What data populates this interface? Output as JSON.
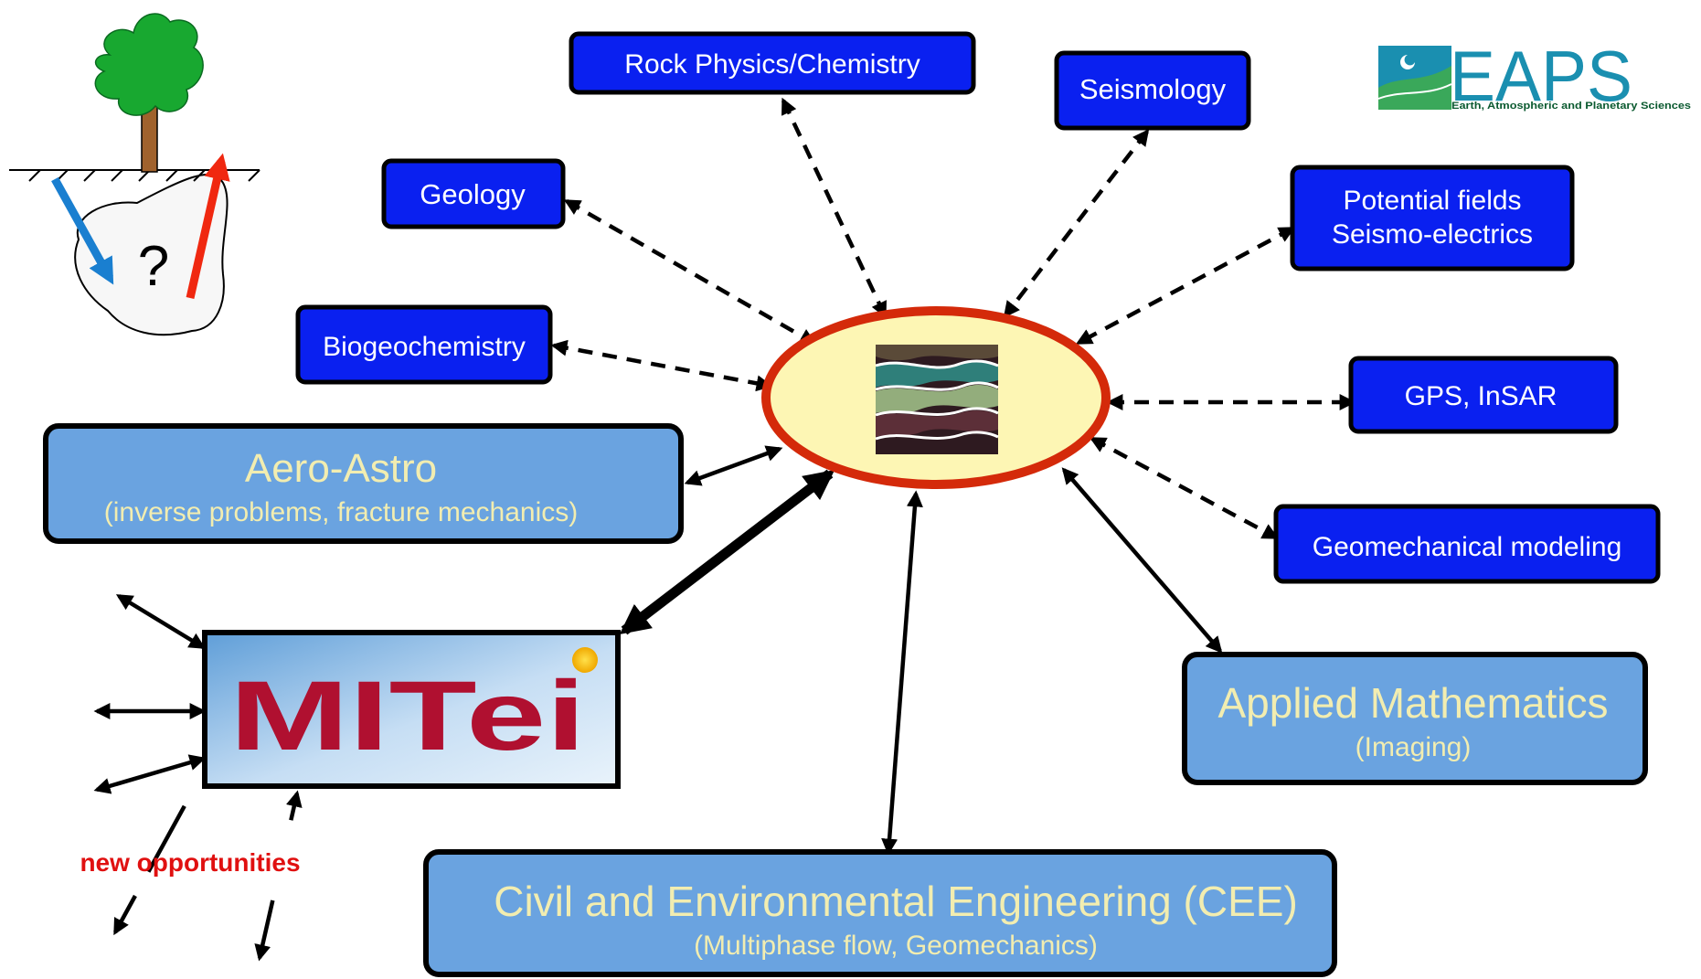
{
  "colors": {
    "dark_blue_box": "#0a20f0",
    "light_blue_box": "#6aa3e0",
    "light_box_text": "#f2edb0",
    "ellipse_fill": "#fdf6b4",
    "ellipse_stroke": "#d42a0a",
    "red_text": "#e01010",
    "eaps_teal": "#1a8fb0",
    "mitei_red": "#b01030"
  },
  "boxes": {
    "rock_physics": "Rock Physics/Chemistry",
    "seismology": "Seismology",
    "geology": "Geology",
    "potential_fields_1": "Potential fields",
    "potential_fields_2": "Seismo-electrics",
    "biogeochemistry": "Biogeochemistry",
    "gps": "GPS, InSAR",
    "geomechanical": "Geomechanical modeling",
    "aero_title": "Aero-Astro",
    "aero_sub": "(inverse problems, fracture mechanics)",
    "applied_title": "Applied Mathematics",
    "applied_sub": "(Imaging)",
    "cee_title": "Civil and Environmental Engineering (CEE)",
    "cee_sub": "(Multiphase flow, Geomechanics)"
  },
  "logos": {
    "eaps_title": "EAPS",
    "eaps_subtitle": "Earth, Atmospheric and Planetary Sciences",
    "mitei": "MITei"
  },
  "sketch": {
    "question_mark": "?"
  },
  "annotation": {
    "new_opportunities": "new opportunities"
  }
}
